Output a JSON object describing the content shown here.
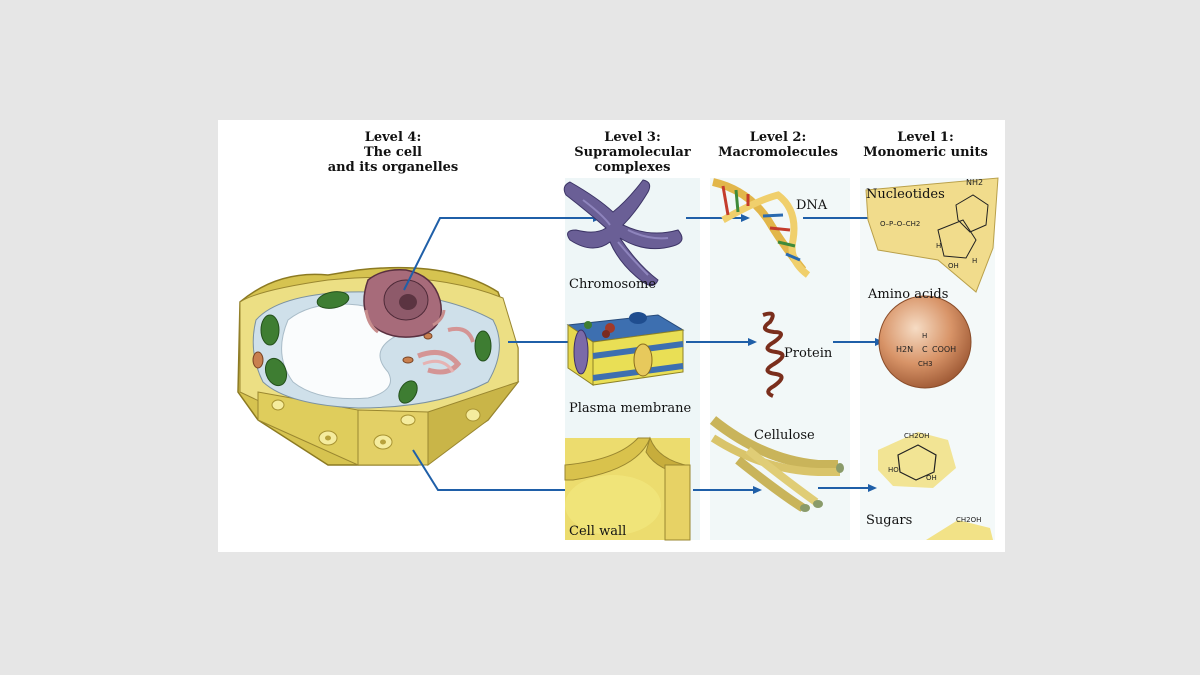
{
  "headers": {
    "level4": [
      "Level 4:",
      "The cell",
      "and its organelles"
    ],
    "level3": [
      "Level 3:",
      "Supramolecular",
      "complexes"
    ],
    "level2": [
      "Level 2:",
      "Macromolecules"
    ],
    "level1": [
      "Level 1:",
      "Monomeric units"
    ]
  },
  "labels": {
    "chromosome": "Chromosome",
    "plasma_membrane": "Plasma membrane",
    "cell_wall": "Cell wall",
    "dna": "DNA",
    "protein": "Protein",
    "cellulose": "Cellulose",
    "nucleotides": "Nucleotides",
    "amino_acids": "Amino acids",
    "sugars": "Sugars"
  },
  "chem": {
    "nh2": "NH2",
    "phosphate": "O–P–O–CH2",
    "oh": "OH",
    "h": "H",
    "h2n": "H2N",
    "c": "C",
    "cooh": "COOH",
    "ch3": "CH3",
    "ch2oh": "CH2OH",
    "ho": "HO"
  },
  "colors": {
    "arrow": "#1f5fa8",
    "panel_bg": "#eef6f7",
    "cell_wall": "#e3cf5a",
    "chloroplast": "#3e7d32",
    "nucleus": "#8e5a6a"
  }
}
